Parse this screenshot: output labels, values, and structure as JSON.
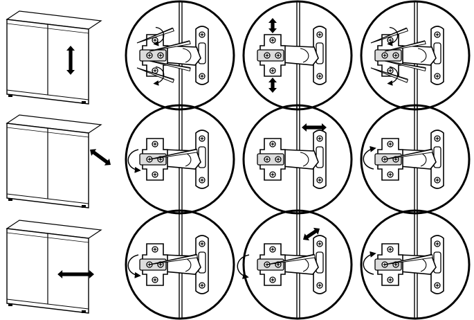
{
  "figure": {
    "rows": [
      {
        "cabinet_arrow": "vertical",
        "steps": [
          {
            "screws": "both-rotate"
          },
          {
            "body_arrow": "vertical"
          },
          {
            "screws": "both-rotate"
          }
        ]
      },
      {
        "cabinet_arrow": "diagonal",
        "steps": [
          {
            "screws": "middle-rotate"
          },
          {
            "body_arrow": "horizontal"
          },
          {
            "screws": "middle-tighten"
          }
        ]
      },
      {
        "cabinet_arrow": "horizontal",
        "steps": [
          {
            "screws": "middle-rotate"
          },
          {
            "body_arrow": "diagonal",
            "screws": "middle-rotate-left"
          },
          {
            "screws": "middle-tighten"
          }
        ]
      }
    ],
    "colors": {
      "ink": "#000000",
      "paper": "#ffffff",
      "shade": "#dcdcdc"
    }
  }
}
